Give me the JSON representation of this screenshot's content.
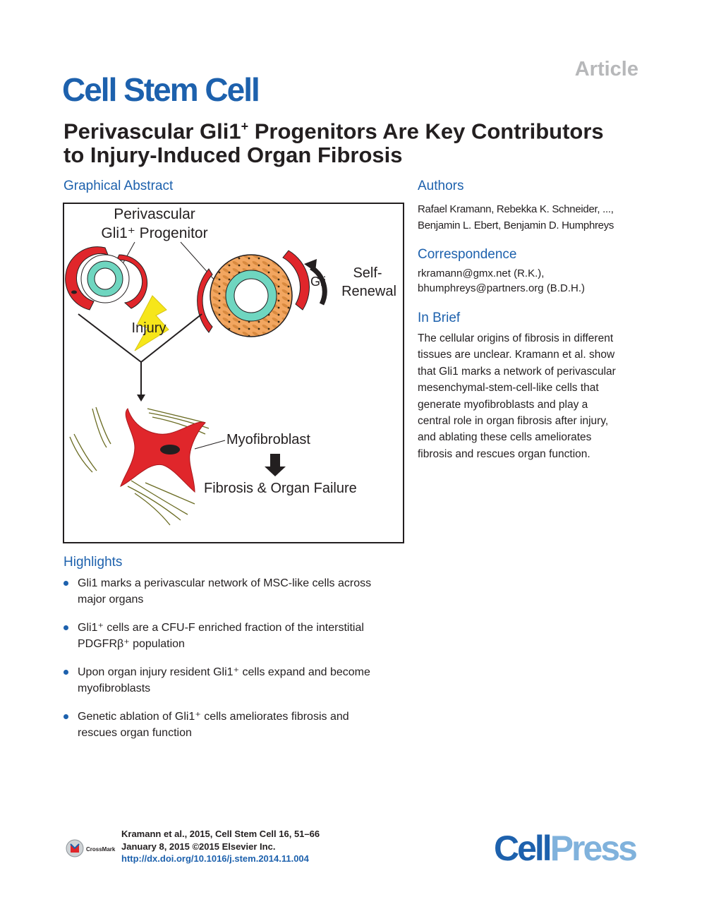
{
  "header": {
    "article_label": "Article",
    "journal_name": "Cell Stem Cell"
  },
  "title": {
    "line1_pre": "Perivascular Gli1",
    "line1_sup": "+",
    "line1_post": " Progenitors Are Key Contributors",
    "line2": "to Injury-Induced Organ Fibrosis"
  },
  "graphical_abstract": {
    "heading": "Graphical Abstract",
    "label_perivascular": "Perivascular",
    "label_progenitor": "Gli1⁺ Progenitor",
    "label_self": "Self-",
    "label_renewal": "Renewal",
    "label_gli": "Gli",
    "label_injury": "Injury",
    "label_myofibroblast": "Myofibroblast",
    "label_fibrosis": "Fibrosis & Organ Failure",
    "colors": {
      "red": "#e0262b",
      "mint": "#6fd6c0",
      "orange": "#f2a660",
      "bolt": "#f6e61a",
      "fiber": "#6a6b22"
    }
  },
  "authors": {
    "heading": "Authors",
    "line1": "Rafael Kramann, Rebekka K. Schneider, ...,",
    "line2": "Benjamin L. Ebert, Benjamin D. Humphreys"
  },
  "correspondence": {
    "heading": "Correspondence",
    "line1": "rkramann@gmx.net (R.K.),",
    "line2": "bhumphreys@partners.org (B.D.H.)"
  },
  "in_brief": {
    "heading": "In Brief",
    "lines": [
      "The cellular origins of fibrosis in different",
      "tissues are unclear. Kramann et al. show",
      "that Gli1 marks a network of perivascular",
      "mesenchymal-stem-cell-like cells that",
      "generate myofibroblasts and play a",
      "central role in organ fibrosis after injury,",
      "and ablating these cells ameliorates",
      "fibrosis and rescues organ function."
    ]
  },
  "highlights": {
    "heading": "Highlights",
    "items": [
      {
        "line1": "Gli1 marks a perivascular network of MSC-like cells across",
        "line2": "major organs"
      },
      {
        "line1": "Gli1⁺ cells are a CFU-F enriched fraction of the interstitial",
        "line2": "PDGFRβ⁺ population"
      },
      {
        "line1": "Upon organ injury resident Gli1⁺ cells expand and become",
        "line2": "myofibroblasts"
      },
      {
        "line1": "Genetic ablation of Gli1⁺ cells ameliorates fibrosis and",
        "line2": "rescues organ function"
      }
    ]
  },
  "citation": {
    "line1": "Kramann et al., 2015, Cell Stem Cell 16, 51–66",
    "line2": "January 8, 2015 ©2015 Elsevier Inc.",
    "doi": "http://dx.doi.org/10.1016/j.stem.2014.11.004",
    "crossmark": "CrossMark"
  },
  "publisher": {
    "part1": "Cell",
    "part2": "Press"
  }
}
